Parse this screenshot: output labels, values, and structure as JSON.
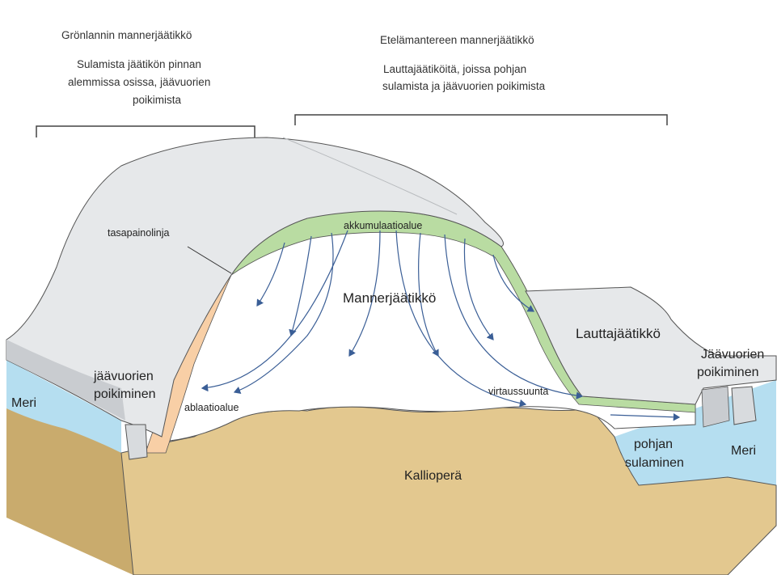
{
  "header": {
    "greenland": {
      "title": "Grönlannin mannerjäätikkö",
      "desc": [
        "Sulamista jäätikön pinnan",
        "alemmissa osissa, jäävuorien",
        "poikimista"
      ]
    },
    "antarctica": {
      "title": "Etelämantereen mannerjäätikkö",
      "desc": [
        "Lauttajäätiköitä, joissa pohjan",
        "sulamista ja jäävuorien poikimista"
      ]
    }
  },
  "labels": {
    "equilibrium_line": "tasapainolinja",
    "accumulation_zone": "akkumulaatioalue",
    "ice_sheet": "Mannerjäätikkö",
    "ice_shelf": "Lauttajäätikkö",
    "calving_left": [
      "jäävuorien",
      "poikiminen"
    ],
    "calving_right": [
      "Jäävuorien",
      "poikiminen"
    ],
    "sea_left": "Meri",
    "sea_right": "Meri",
    "ablation_zone": "ablaatioalue",
    "flow_direction": "virtaussuunta",
    "basal_melting": [
      "pohjan",
      "sulaminen"
    ],
    "bedrock": "Kallioperä"
  },
  "colors": {
    "ice_surface": "#e6e8ea",
    "ice_side": "#c9ccd0",
    "ice_section": "#ffffff",
    "accumulation": "#b9dca2",
    "ablation": "#f8cfa6",
    "sea": "#b5def0",
    "bedrock": "#e3c88f",
    "bedrock_side": "#c9ab6d",
    "flow_arrow": "#3a5e96",
    "outline": "#555555"
  }
}
